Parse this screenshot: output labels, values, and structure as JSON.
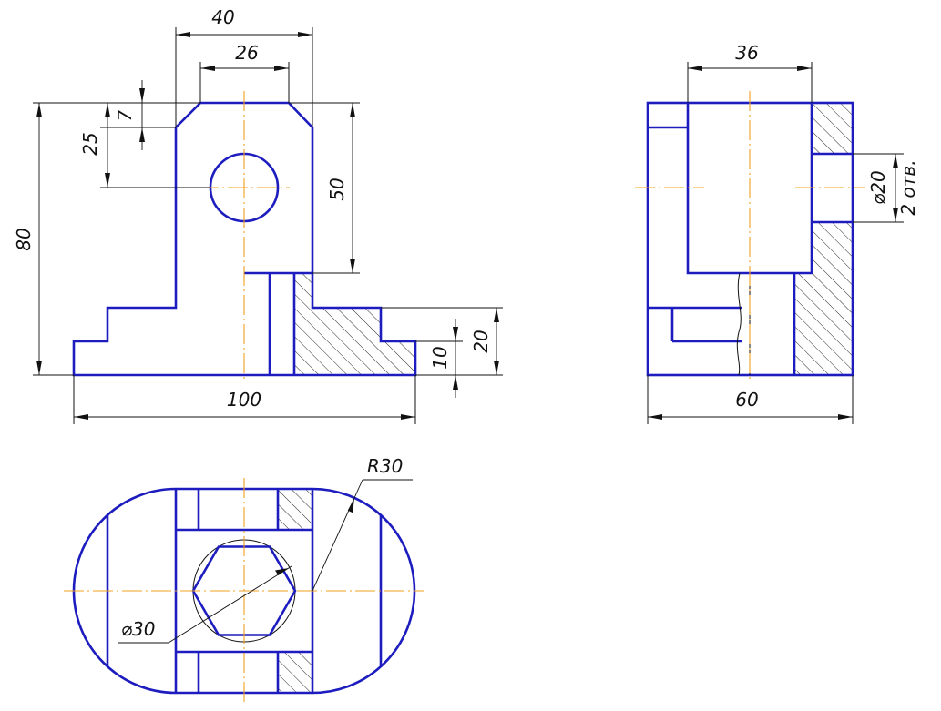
{
  "colors": {
    "outline": "#1d1dbf",
    "centerline": "#f0a020",
    "dimension": "#111111",
    "background": "#ffffff"
  },
  "front_view": {
    "dims": {
      "top_width": "40",
      "chamfer_width": "26",
      "chamfer_height": "7",
      "hole_height": "25",
      "total_height": "80",
      "upper_height": "50",
      "base_width": "100",
      "step_height": "10",
      "ledge_height": "20"
    }
  },
  "side_view": {
    "dims": {
      "slot_width": "36",
      "hole_diameter": "⌀20",
      "hole_count": "2 отв.",
      "total_width": "60"
    }
  },
  "top_view": {
    "dims": {
      "radius": "R30",
      "hex_circle_diameter": "⌀30"
    }
  }
}
